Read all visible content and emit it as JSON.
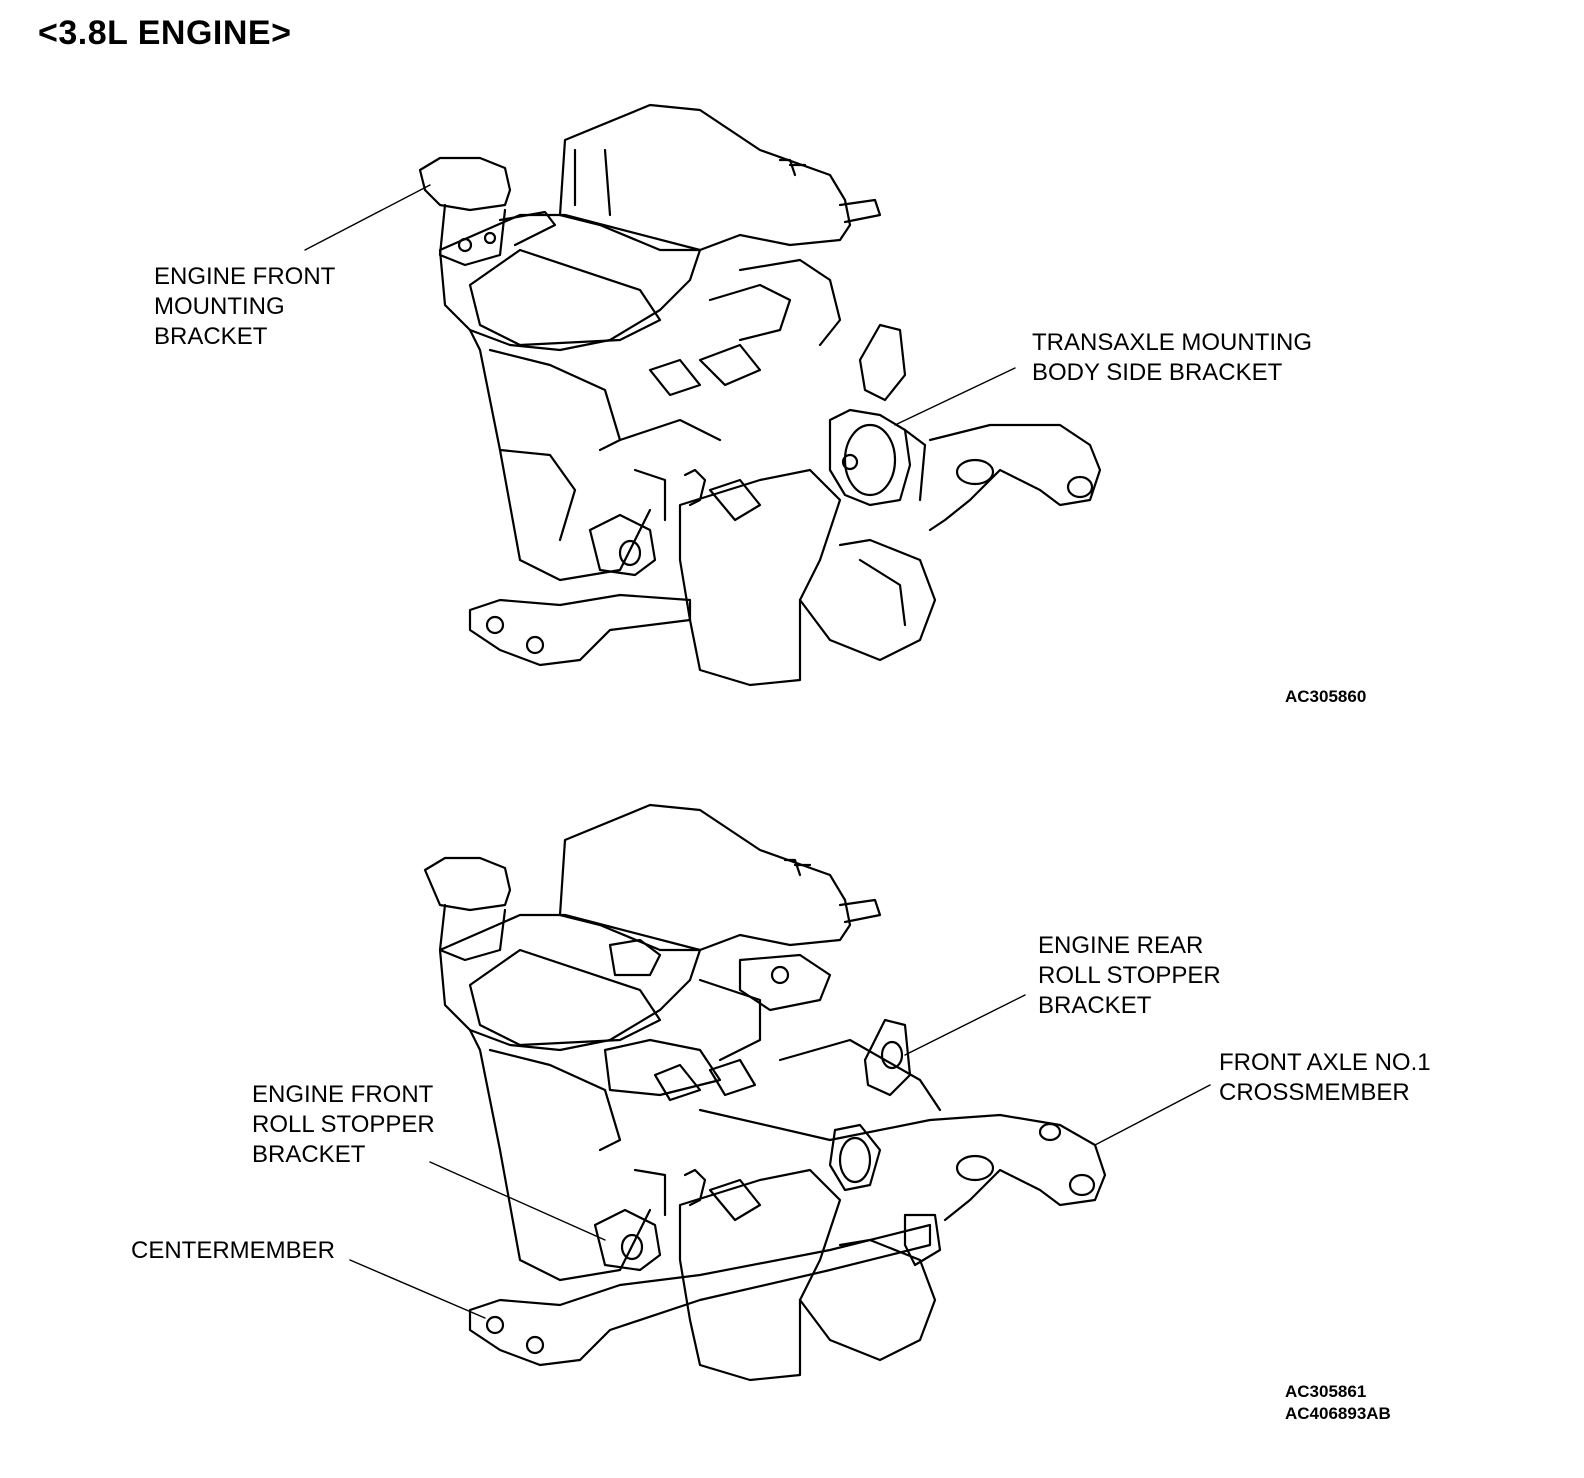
{
  "title": "<3.8L ENGINE>",
  "figures": [
    {
      "labels": {
        "engine_front_mounting_bracket": "ENGINE FRONT\nMOUNTING\nBRACKET",
        "transaxle_mounting_body_side_bracket": "TRANSAXLE MOUNTING\nBODY SIDE BRACKET"
      },
      "codes": "AC305860"
    },
    {
      "labels": {
        "engine_rear_roll_stopper_bracket": "ENGINE REAR\nROLL STOPPER\nBRACKET",
        "front_axle_no1_crossmember": "FRONT AXLE NO.1\nCROSSMEMBER",
        "engine_front_roll_stopper_bracket": "ENGINE FRONT\nROLL STOPPER\nBRACKET",
        "centermember": "CENTERMEMBER"
      },
      "codes": "AC305861\nAC406893AB"
    }
  ]
}
